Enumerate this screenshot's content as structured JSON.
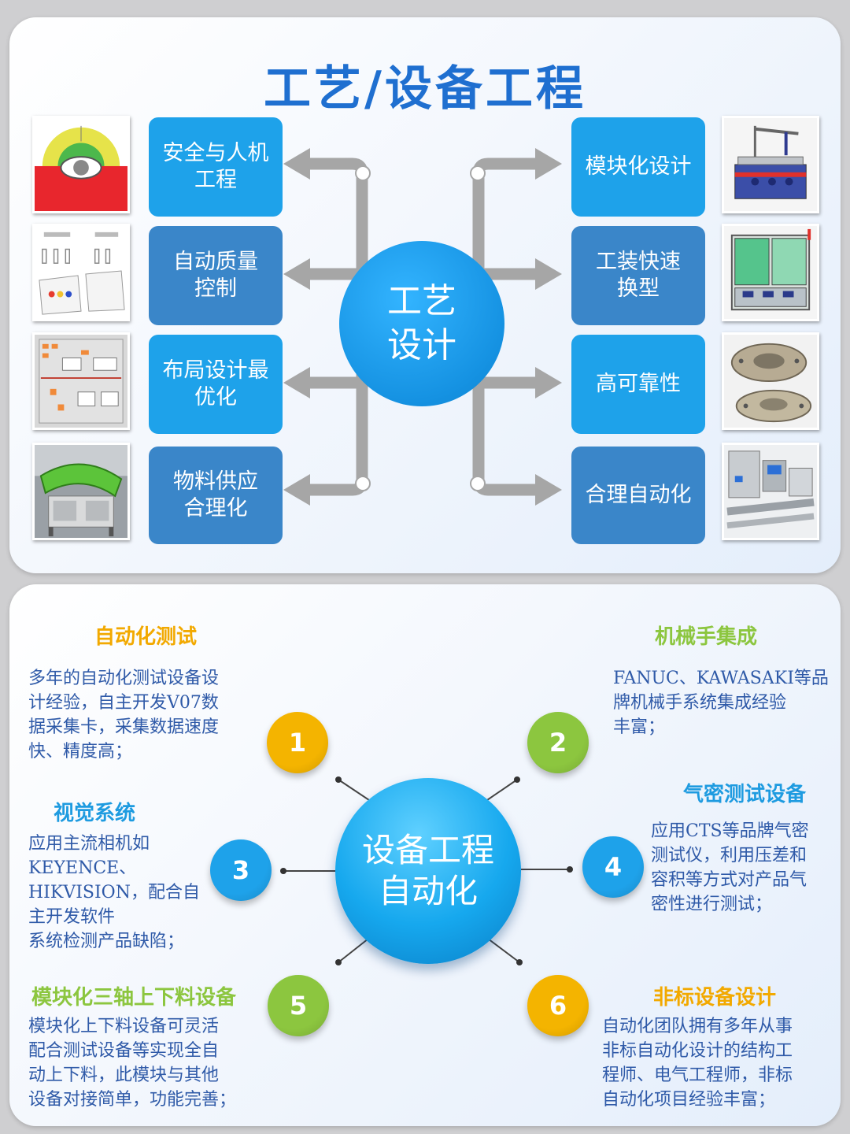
{
  "top": {
    "title": "工艺/设备工程",
    "hub": "工艺\n设计",
    "left_tiles": [
      "安全与人机\n工程",
      "自动质量\n控制",
      "布局设计最\n优化",
      "物料供应\n合理化"
    ],
    "right_tiles": [
      "模块化设计",
      "工装快速\n换型",
      "高可靠性",
      "合理自动化"
    ],
    "left_images": [
      "safety-zone-diagram",
      "quality-control-diagram",
      "layout-plan-diagram",
      "conveyor-machine-photo"
    ],
    "right_images": [
      "robot-cell-render",
      "enclosure-cabinet-render",
      "fixture-plate-photo",
      "automation-line-render"
    ],
    "tile_colors": {
      "light": "#1ea2ea",
      "dark": "#3a86c9"
    },
    "arrow_color": "#a6a6a6"
  },
  "bottom": {
    "hub": "设备工程\n自动化",
    "items": [
      {
        "number": "1",
        "title": "自动化测试",
        "title_color": "#f2a900",
        "circle_color": "#f4b400",
        "body": "多年的自动化测试设备设\n计经验，自主开发V07数\n据采集卡，采集数据速度\n快、精度高；"
      },
      {
        "number": "2",
        "title": "机械手集成",
        "title_color": "#8cc63f",
        "circle_color": "#8cc63f",
        "body": "FANUC、KAWASAKI等品\n牌机械手系统集成经验\n丰富；"
      },
      {
        "number": "3",
        "title": "视觉系统",
        "title_color": "#1e9be0",
        "circle_color": "#1ea2ea",
        "body": "应用主流相机如\nKEYENCE、\nHIKVISION，配合自\n主开发软件\n系统检测产品缺陷；"
      },
      {
        "number": "4",
        "title": "气密测试设备",
        "title_color": "#1e9be0",
        "circle_color": "#1ea2ea",
        "body": "应用CTS等品牌气密\n测试仪，利用压差和\n容积等方式对产品气\n密性进行测试；"
      },
      {
        "number": "5",
        "title": "模块化三轴上下料设备",
        "title_color": "#8cc63f",
        "circle_color": "#8cc63f",
        "body": "模块化上下料设备可灵活\n配合测试设备等实现全自\n动上下料，此模块与其他\n设备对接简单，功能完善；"
      },
      {
        "number": "6",
        "title": "非标设备设计",
        "title_color": "#f2a900",
        "circle_color": "#f4b400",
        "body": "自动化团队拥有多年从事\n非标自动化设计的结构工\n程师、电气工程师，非标\n自动化项目经验丰富；"
      }
    ]
  }
}
